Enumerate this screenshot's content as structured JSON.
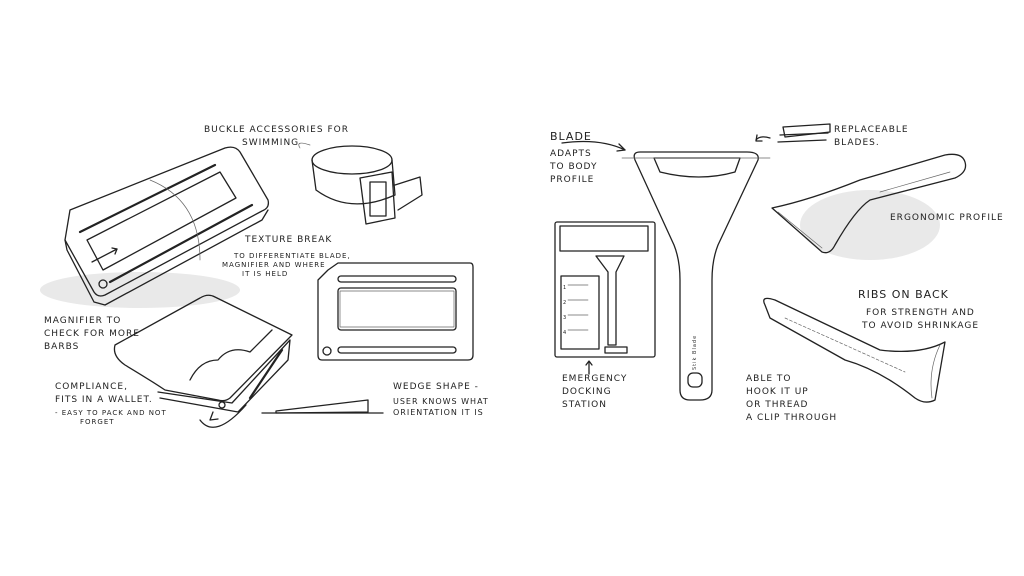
{
  "left_sketch": {
    "buckle_note": [
      "Buckle accessories for",
      "swimming"
    ],
    "texture_note_title": "Texture break",
    "texture_note": [
      "to differentiate blade,",
      "magnifier and where",
      "it is held"
    ],
    "magnifier_note": [
      "Magnifier to",
      "check for more",
      "barbs"
    ],
    "compliance_note": [
      "Compliance,",
      "fits in a wallet."
    ],
    "compliance_subnote": [
      "- easy to pack and not",
      "forget"
    ],
    "wedge_note_title": "Wedge shape -",
    "wedge_note": [
      "user knows what",
      "orientation it is"
    ]
  },
  "right_sketch": {
    "blade_note_title": "Blade",
    "blade_note": [
      "adapts",
      "to body",
      "profile"
    ],
    "replaceable_note": [
      "Replaceable",
      "blades."
    ],
    "ergonomic_note": "Ergonomic profile",
    "ribs_note_title": "Ribs on back",
    "ribs_note": [
      "for strength and",
      "to avoid shrinkage"
    ],
    "docking_note": [
      "Emergency",
      "docking",
      "station"
    ],
    "docking_steps": [
      "1",
      "2",
      "3",
      "4"
    ],
    "hook_note": [
      "Able to",
      "hook it up",
      "or thread",
      "a clip through"
    ],
    "brand_mark": "Stik Blade"
  }
}
